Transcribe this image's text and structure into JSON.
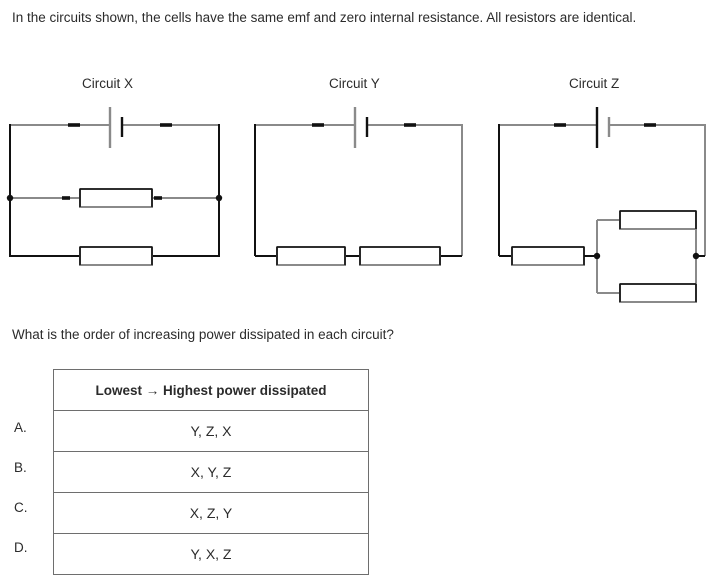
{
  "stem": {
    "text": "In the circuits shown, the cells have the same emf and zero internal resistance. All resistors are identical."
  },
  "question": {
    "text": "What is the order of increasing power dissipated in each circuit?"
  },
  "diagrams": {
    "labels": [
      {
        "name": "circuit-x",
        "text": "Circuit X"
      },
      {
        "name": "circuit-y",
        "text": "Circuit Y"
      },
      {
        "name": "circuit-z",
        "text": "Circuit Z"
      }
    ],
    "description": {
      "circuit_x": "Cell in top wire; two identical resistors in parallel branches across the cell",
      "circuit_y": "Cell in top wire; two identical resistors in series in the bottom wire",
      "circuit_z": "Cell in top wire; one resistor in series with two identical resistors in parallel"
    },
    "colors": {
      "wire": "#8a8a8a",
      "outline": "#000000",
      "resistor_fill": "#ffffff",
      "node": "#000000"
    }
  },
  "answer_table": {
    "header": "Lowest → Highest power dissipated",
    "options": [
      {
        "letter": "A.",
        "value": "Y, Z, X"
      },
      {
        "letter": "B.",
        "value": "X, Y, Z"
      },
      {
        "letter": "C.",
        "value": "X, Z, Y"
      },
      {
        "letter": "D.",
        "value": "Y, X, Z"
      }
    ]
  }
}
